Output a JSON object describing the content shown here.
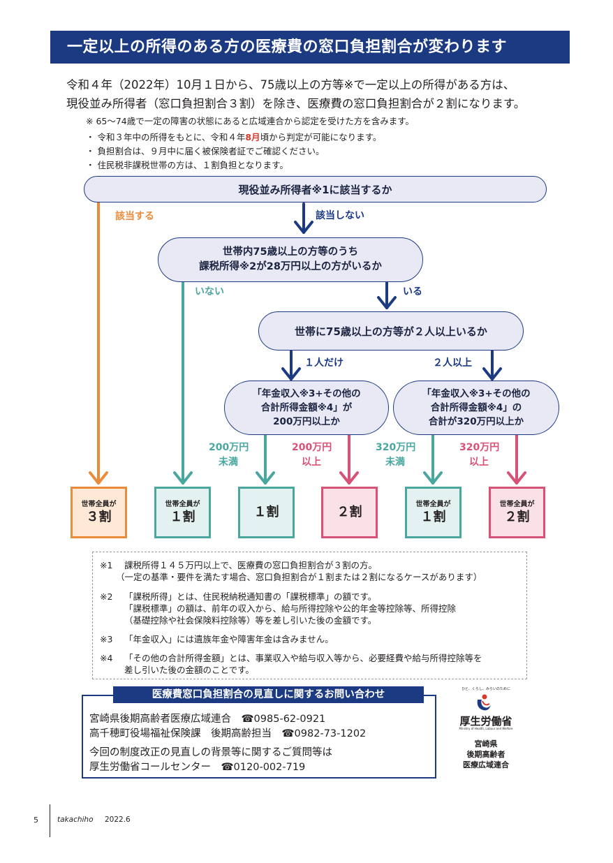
{
  "title": "一定以上の所得のある方の医療費の窓口負担割合が変わります",
  "intro": {
    "line1": "令和４年（2022年）10月１日から、75歳以上の方等※で一定以上の所得がある方は、",
    "line2": "現役並み所得者（窓口負担割合３割）を除き、医療費の窓口負担割合が２割になります。",
    "asterisk_note": "※ 65～74歳で一定の障害の状態にあると広域連合から認定を受けた方を含みます。",
    "bullets": [
      {
        "pre": "令和３年中の所得をもとに、令和４年",
        "highlight": "8月",
        "post": "頃から判定が可能になります。"
      },
      {
        "text": "負担割合は、９月中に届く被保険者証でご確認ください。"
      },
      {
        "text": "住民税非課税世帯の方は、１割負担となります。"
      }
    ]
  },
  "flow": {
    "q1": "現役並み所得者※1に該当するか",
    "q1_yes": "該当する",
    "q1_no": "該当しない",
    "q2_line1": "世帯内75歳以上の方等のうち",
    "q2_line2": "課税所得※2が28万円以上の方がいるか",
    "q2_no": "いない",
    "q2_yes": "いる",
    "q3": "世帯に75歳以上の方等が２人以上いるか",
    "q3_one": "１人だけ",
    "q3_two": "２人以上",
    "q4a_line1": "「年金収入※3+その他の",
    "q4a_line2": "合計所得金額※4」が",
    "q4a_line3": "200万円以上か",
    "q4b_line1": "「年金収入※3+その他の",
    "q4b_line2": "合計所得金額※4」の",
    "q4b_line3": "合計が320万円以上か",
    "q4a_below_1": "200万円",
    "q4a_below_2": "未満",
    "q4a_above_1": "200万円",
    "q4a_above_2": "以上",
    "q4b_below_1": "320万円",
    "q4b_below_2": "未満",
    "q4b_above_1": "320万円",
    "q4b_above_2": "以上"
  },
  "results": [
    {
      "sub": "世帯全員が",
      "main": "３割"
    },
    {
      "sub": "世帯全員が",
      "main": "１割"
    },
    {
      "sub": "",
      "main": "１割"
    },
    {
      "sub": "",
      "main": "２割"
    },
    {
      "sub": "世帯全員が",
      "main": "１割"
    },
    {
      "sub": "世帯全員が",
      "main": "２割"
    }
  ],
  "footnotes": [
    {
      "mark": "※1",
      "lines": [
        "課税所得１４５万円以上で、医療費の窓口負担割合が３割の方。",
        "（一定の基準・要件を満たす場合、窓口負担割合が１割または２割になるケースがあります）"
      ]
    },
    {
      "mark": "※2",
      "lines": [
        "「課税所得」とは、住民税納税通知書の「課税標準」の額です。",
        "「課税標準」の額は、前年の収入から、給与所得控除や公的年金等控除等、所得控除",
        "（基礎控除や社会保険料控除等）等を差し引いた後の金額です。"
      ]
    },
    {
      "mark": "※3",
      "lines": [
        "「年金収入」には遺族年金や障害年金は含みません。"
      ]
    },
    {
      "mark": "※4",
      "lines": [
        "「その他の合計所得金額」とは、事業収入や給与収入等から、必要経費や給与所得控除等を",
        "差し引いた後の金額のことです。"
      ]
    }
  ],
  "contact": {
    "heading": "医療費窓口負担割合の見直しに関するお問い合わせ",
    "line1": "宮崎県後期高齢者医療広域連合　☎0985-62-0921",
    "line2": "高千穂町役場福祉保険課　後期高齢担当　☎0982-73-1202",
    "line3": "今回の制度改正の見直しの背景等に関するご質問等は",
    "line4": "厚生労働省コールセンター　☎0120-002-719"
  },
  "logo": {
    "tagline": "ひと、くらし、みらいのために",
    "ministry": "厚生労働省",
    "ministry_en": "Ministry of Health, Labour and Welfare",
    "org_line1": "宮崎県",
    "org_line2": "後期高齢者",
    "org_line3": "医療広域連合"
  },
  "footer": {
    "page": "5",
    "publication": "takachiho",
    "date": "2022.6"
  },
  "colors": {
    "navy": "#1b3a82",
    "orange": "#ea8b3c",
    "teal": "#4aa7a0",
    "pink": "#d85277",
    "red": "#d9392c"
  }
}
